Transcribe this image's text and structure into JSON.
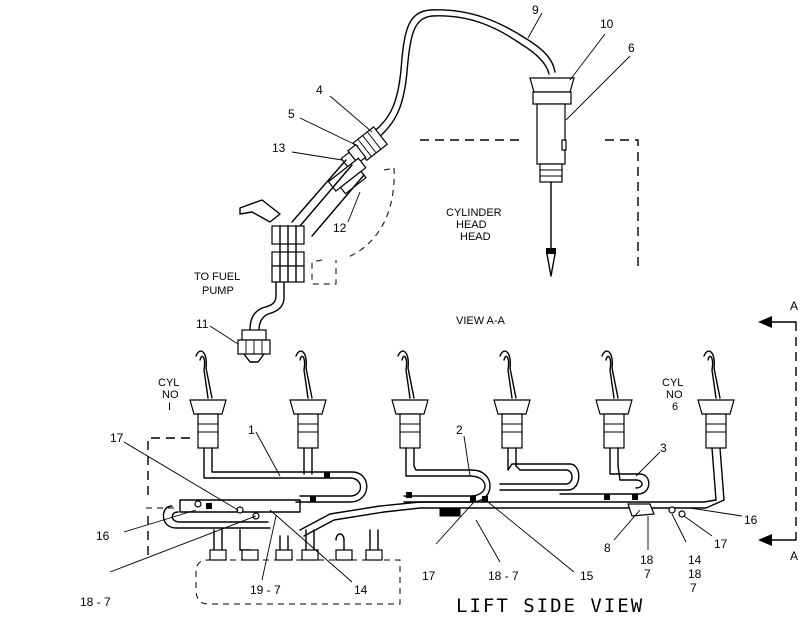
{
  "view_title": "LIFT SIDE VIEW",
  "view_aa": "VIEW A-A",
  "section_marker": "A",
  "cylinder_head": [
    "CYLINDER",
    "HEAD",
    "HEAD"
  ],
  "to_fuel_pump": [
    "TO FUEL",
    "PUMP"
  ],
  "cyl1": [
    "CYL",
    "NO",
    "I"
  ],
  "cyl6": [
    "CYL",
    "NO",
    "6"
  ],
  "callouts": {
    "c1": "1",
    "c2": "2",
    "c3": "3",
    "c4": "4",
    "c5": "5",
    "c6": "6",
    "c8": "8",
    "c9": "9",
    "c10": "10",
    "c11": "11",
    "c12": "12",
    "c13": "13",
    "c14a": "14",
    "c14b": "14",
    "c15": "15",
    "c16a": "16",
    "c16b": "16",
    "c17a": "17",
    "c17b": "17",
    "c17c": "17",
    "c18a": "18",
    "c18b": "18",
    "c18_7a": "18 - 7",
    "c18_7b": "18 - 7",
    "c19_7": "19 - 7",
    "c7a": "7",
    "c7b": "7"
  }
}
